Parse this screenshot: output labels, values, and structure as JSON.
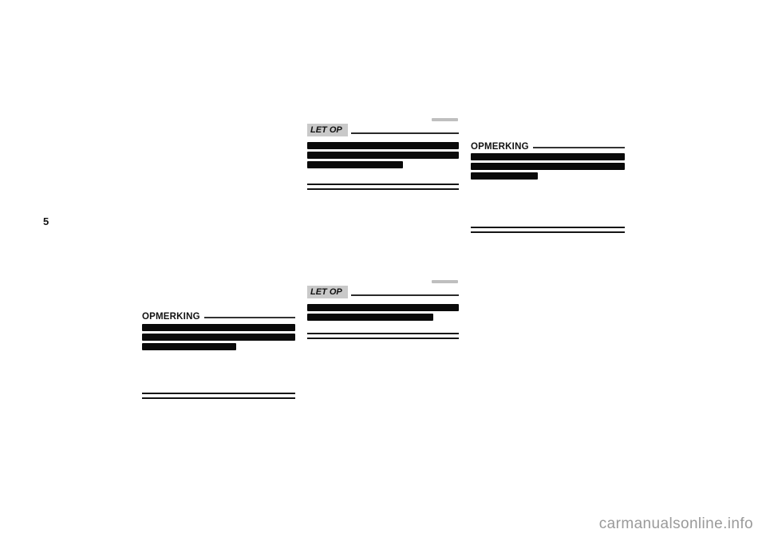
{
  "page": {
    "chapter_tab": "5",
    "watermark": "carmanualsonline.info",
    "background_color": "#ffffff",
    "ink_color": "#0a0a0a",
    "callout_chip_gray": "#c9c9c9",
    "watermark_gray": "#9a9a9a"
  },
  "left_column": {
    "note": {
      "label": "OPMERKING"
    }
  },
  "middle_column": {
    "caution_top": {
      "label": "LET OP"
    },
    "caution_bottom": {
      "label": "LET OP"
    }
  },
  "right_column": {
    "note": {
      "label": "OPMERKING"
    }
  }
}
